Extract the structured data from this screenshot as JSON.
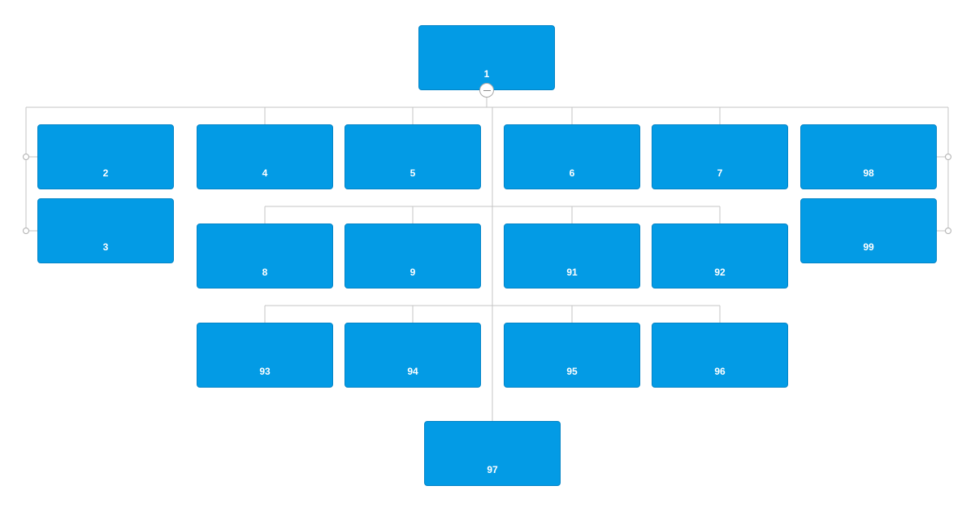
{
  "chart": {
    "root": {
      "label": "1"
    },
    "assistants_left": [
      {
        "label": "2"
      },
      {
        "label": "3"
      }
    ],
    "assistants_right": [
      {
        "label": "98"
      },
      {
        "label": "99"
      }
    ],
    "children_row_1": [
      {
        "label": "4"
      },
      {
        "label": "5"
      },
      {
        "label": "6"
      },
      {
        "label": "7"
      }
    ],
    "children_row_2": [
      {
        "label": "8"
      },
      {
        "label": "9"
      },
      {
        "label": "91"
      },
      {
        "label": "92"
      }
    ],
    "children_row_3": [
      {
        "label": "93"
      },
      {
        "label": "94"
      },
      {
        "label": "95"
      },
      {
        "label": "96"
      }
    ],
    "children_row_4": [
      {
        "label": "97"
      }
    ]
  },
  "colors": {
    "node_fill": "#039be5",
    "node_text": "#ffffff",
    "connector": "#c4c4c4"
  },
  "icons": {
    "collapse": "collapse-minus-icon"
  }
}
